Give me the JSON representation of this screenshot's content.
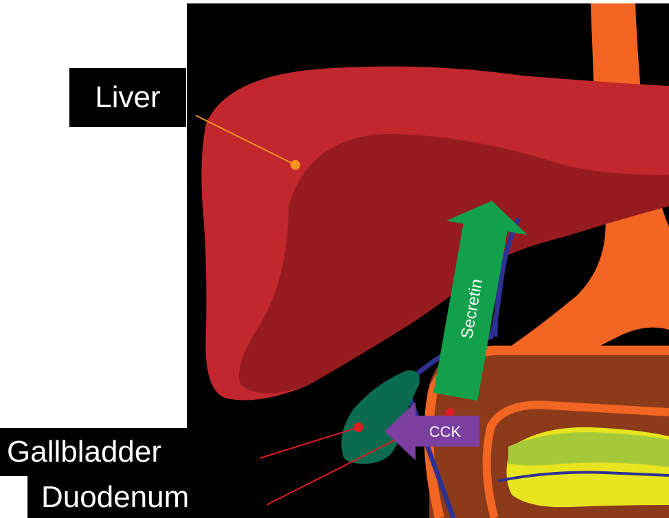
{
  "labels": {
    "liver": "Liver",
    "gallbladder": "Gallbladder",
    "duodenum": "Duodenum"
  },
  "arrows": {
    "secretin": "Secretin",
    "cck": "CCK"
  },
  "colors": {
    "liver": "#c1272d",
    "liver_inner": "#961b1f",
    "stomach_duct": "#f26522",
    "bile_duct": "#2e3192",
    "gallbladder": "#0b6b4f",
    "duodenum": "#8b3a1a",
    "pancreas": "#e8e51e",
    "secretin_arrow": "#12a14b",
    "cck_arrow": "#7b3fa0",
    "pointer": "#e21b23"
  }
}
